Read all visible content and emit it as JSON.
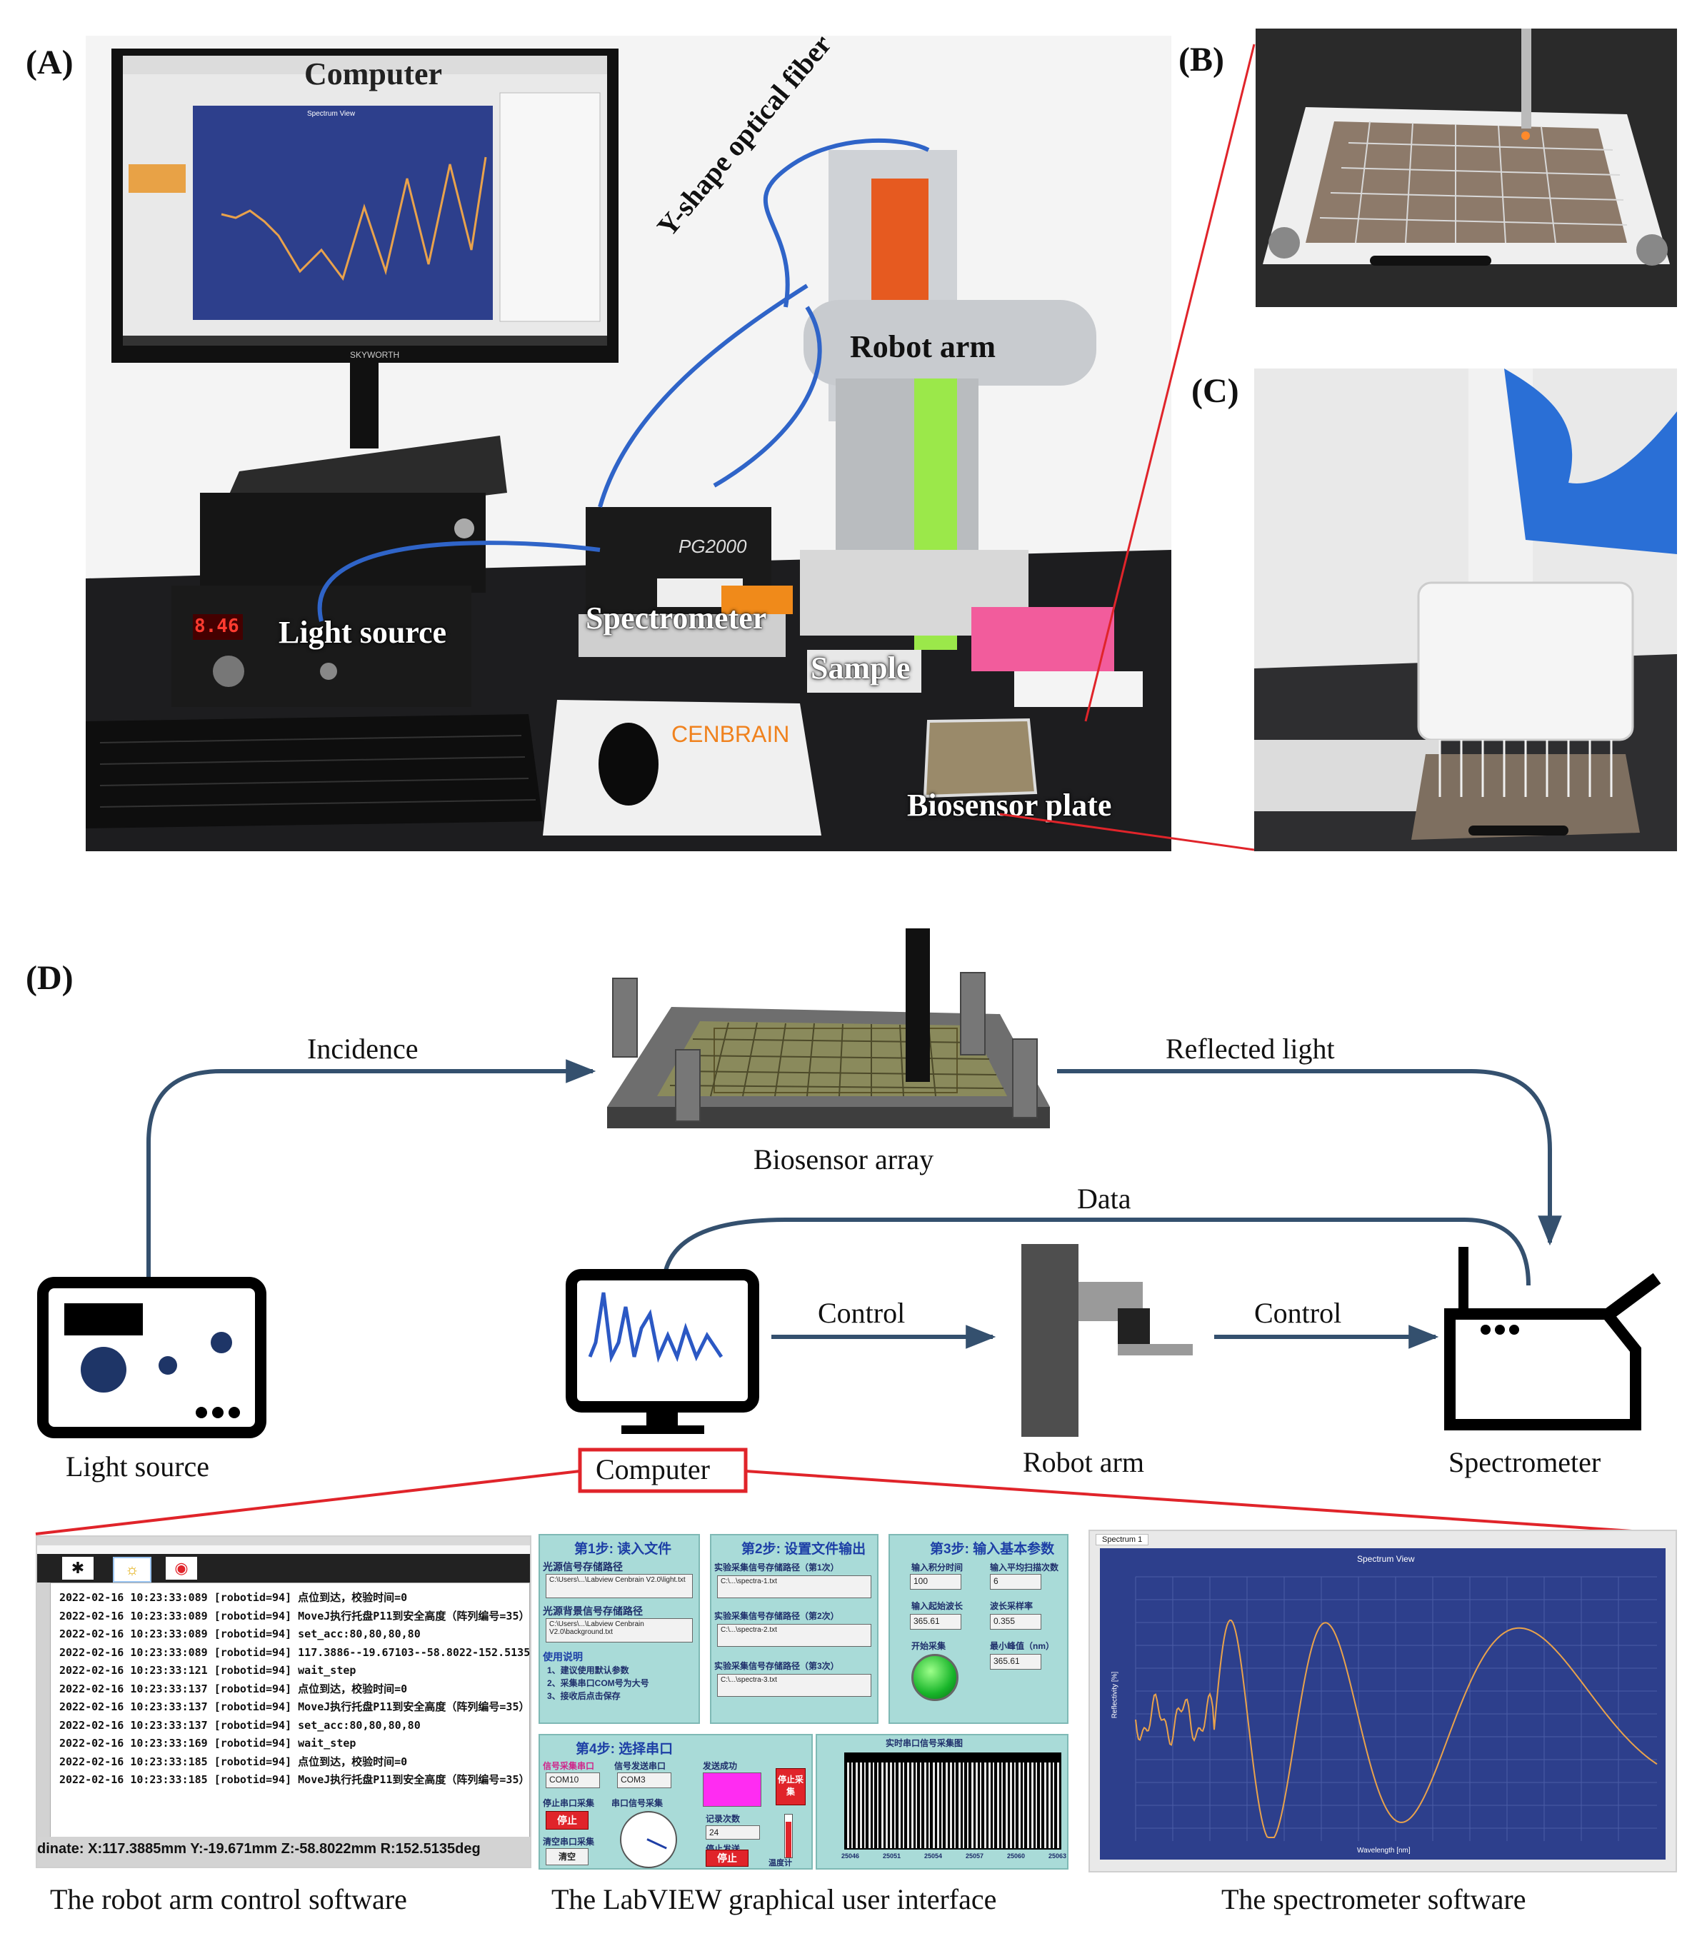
{
  "panels": {
    "a": "(A)",
    "b": "(B)",
    "c": "(C)",
    "d": "(D)"
  },
  "photo_labels": {
    "computer": "Computer",
    "fiber": "Y-shape optical fiber",
    "robot_arm": "Robot arm",
    "light_source": "Light source",
    "spectrometer": "Spectrometer",
    "sample": "Sample",
    "biosensor_plate": "Biosensor plate",
    "spectrometer_brand": "PG2000",
    "mouse_pad": "CENBRAIN",
    "light_source_display": "8.46",
    "monitor_brand": "SKYWORTH"
  },
  "flow": {
    "incidence": "Incidence",
    "reflected_light": "Reflected light",
    "biosensor_array": "Biosensor array",
    "data": "Data",
    "control_1": "Control",
    "control_2": "Control",
    "light_source": "Light source",
    "computer": "Computer",
    "robot_arm": "Robot arm",
    "spectrometer": "Spectrometer"
  },
  "captions": {
    "robot_software": "The robot arm control software",
    "labview": "The LabVIEW graphical user interface",
    "spectrometer_software": "The spectrometer software"
  },
  "robot_log": {
    "lines": [
      "2022-02-16 10:23:33:089 [robotid=94] 点位到达，校验时间=0",
      "2022-02-16 10:23:33:089 [robotid=94] MoveJ执行托盘P11到安全高度（阵列编号=35）",
      "2022-02-16 10:23:33:089 [robotid=94] set_acc:80,80,80,80",
      "2022-02-16 10:23:33:089 [robotid=94] 117.3886--19.67103--58.8022-152.5135",
      "2022-02-16 10:23:33:121 [robotid=94] wait_step",
      "2022-02-16 10:23:33:137 [robotid=94] 点位到达，校验时间=0",
      "2022-02-16 10:23:33:137 [robotid=94] MoveJ执行托盘P11到安全高度（阵列编号=35）",
      "2022-02-16 10:23:33:137 [robotid=94] set_acc:80,80,80,80",
      "2022-02-16 10:23:33:169 [robotid=94] wait_step",
      "2022-02-16 10:23:33:185 [robotid=94] 点位到达，校验时间=0",
      "2022-02-16 10:23:33:185 [robotid=94] MoveJ执行托盘P11到安全高度（阵列编号=35）"
    ],
    "status": "dinate:  X:117.3885mm  Y:-19.671mm  Z:-58.8022mm  R:152.5135deg"
  },
  "labview": {
    "step1": "第1步: 读入文件",
    "step2": "第2步: 设置文件输出",
    "step3": "第3步: 输入基本参数",
    "step4": "第4步: 选择串口",
    "light_signal_path": "光源信号存储路径",
    "light_bg_path": "光源背景信号存储路径",
    "path1": "C:\\Users\\...\\Labview Cenbrain V2.0\\light.txt",
    "path2": "C:\\Users\\...\\Labview Cenbrain V2.0\\background.txt",
    "usage": "使用说明",
    "usage_1": "1、建议使用默认参数",
    "usage_2": "2、采集串口COM号为大号",
    "usage_3": "3、接收后点击保存",
    "save1": "实验采集信号存储路径（第1次）",
    "save2": "实验采集信号存储路径（第2次）",
    "save3": "实验采集信号存储路径（第3次）",
    "spectra1": "C:\\...\\spectra-1.txt",
    "spectra2": "C:\\...\\spectra-2.txt",
    "spectra3": "C:\\...\\spectra-3.txt",
    "integration_time": "输入积分时间",
    "integration_value": "100",
    "avg_count": "输入平均扫描次数",
    "avg_value": "6",
    "start_wl": "输入起始波长",
    "start_wl_value": "365.61",
    "wl_step": "波长采样率",
    "wl_step_value": "0.355",
    "min_peak": "最小峰值（nm）",
    "min_peak_value": "365.61",
    "start_collect": "开始采集",
    "signal_port": "信号采集串口",
    "send_port": "信号发送串口",
    "com1": "COM10",
    "com2": "COM3",
    "send_ok": "发送成功",
    "stop_collect": "停止采集",
    "stop_port": "停止串口采集",
    "stop": "停止",
    "clear": "清空",
    "clear_port": "清空串口采集",
    "port_gauge": "串口信号采集",
    "record_count": "记录次数",
    "record_value": "24",
    "stop_send": "停止发送",
    "stop2": "停止",
    "thermometer": "温度计",
    "realtime_title": "实时串口信号采集图",
    "xticks": [
      "25046",
      "25051",
      "25054",
      "25057",
      "25060",
      "25063"
    ]
  },
  "spec_software": {
    "tab": "Spectrum 1",
    "title": "Spectrum View",
    "ylabel": "Reflectivity [%]",
    "xlabel": "Wavelength [nm]"
  },
  "monitor_plot": {
    "title": "Spectrum View"
  },
  "colors": {
    "arrow": "#34506e",
    "red": "#e0242a",
    "navy": "#1e3567",
    "plot_blue": "#2d3f8c",
    "trace": "#e9a24b"
  }
}
